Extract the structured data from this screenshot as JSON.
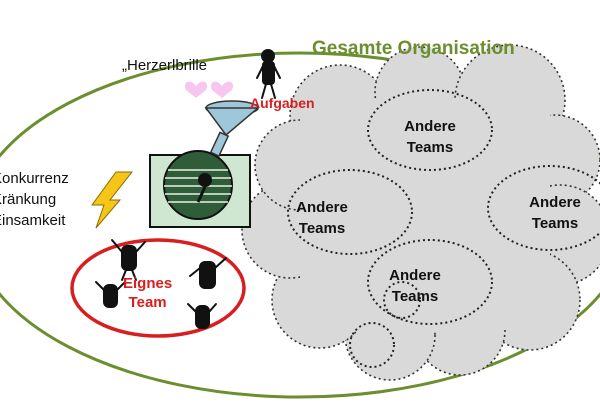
{
  "title": "Gesamte Organisation",
  "herzerlbrille": "„Herzerlbrille",
  "aufgaben": "Aufgaben",
  "conflicts": [
    "Konkurrenz",
    "Kränkung",
    "Einsamkeit"
  ],
  "own_team": {
    "line1": "Eignes",
    "line2": "Team"
  },
  "other_teams": [
    {
      "line1": "Andere",
      "line2": "Teams"
    },
    {
      "line1": "Andere",
      "line2": "Teams"
    },
    {
      "line1": "Andere",
      "line2": "Teams"
    },
    {
      "line1": "Andere",
      "line2": "Teams"
    }
  ],
  "colors": {
    "accent_green": "#6b8e2f",
    "accent_red": "#d81e1e",
    "cloud_gray": "#d9d9d9",
    "hearts": "#f6c6f0"
  }
}
